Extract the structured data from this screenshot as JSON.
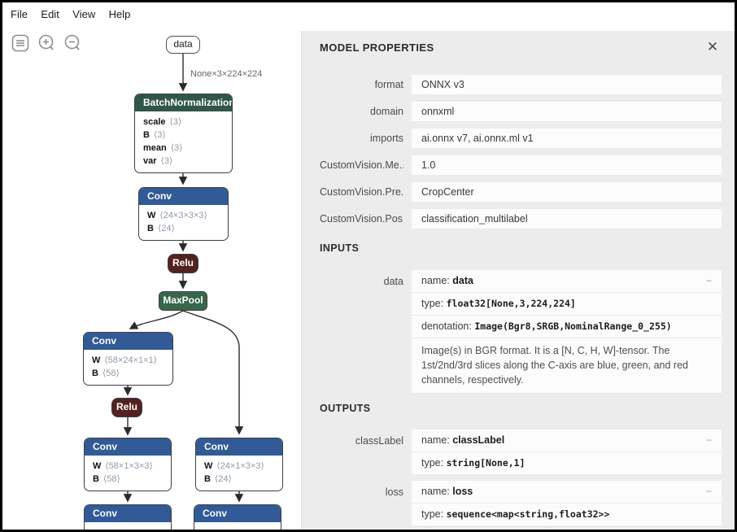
{
  "menu": {
    "items": [
      {
        "label": "File"
      },
      {
        "label": "Edit"
      },
      {
        "label": "View"
      },
      {
        "label": "Help"
      }
    ]
  },
  "toolbar": {
    "icons": [
      {
        "name": "menu-icon"
      },
      {
        "name": "zoom-in-icon"
      },
      {
        "name": "zoom-out-icon"
      }
    ]
  },
  "colors": {
    "conv_header": "#315a96",
    "batchnorm_header": "#2f5649",
    "maxpool_bg": "#38664a",
    "relu_bg": "#532220",
    "panel_bg": "#ececec",
    "edge": "#2b2b2b"
  },
  "graph": {
    "edge_label": "None×3×224×224",
    "nodes": {
      "data": {
        "label": "data"
      },
      "batchnorm": {
        "title": "BatchNormalization",
        "params": [
          {
            "name": "scale",
            "dims": "⟨3⟩"
          },
          {
            "name": "B",
            "dims": "⟨3⟩"
          },
          {
            "name": "mean",
            "dims": "⟨3⟩"
          },
          {
            "name": "var",
            "dims": "⟨3⟩"
          }
        ]
      },
      "conv1": {
        "title": "Conv",
        "params": [
          {
            "name": "W",
            "dims": "⟨24×3×3×3⟩"
          },
          {
            "name": "B",
            "dims": "⟨24⟩"
          }
        ]
      },
      "relu1": {
        "label": "Relu"
      },
      "maxpool": {
        "label": "MaxPool"
      },
      "conv2": {
        "title": "Conv",
        "params": [
          {
            "name": "W",
            "dims": "⟨58×24×1×1⟩"
          },
          {
            "name": "B",
            "dims": "⟨58⟩"
          }
        ]
      },
      "relu2": {
        "label": "Relu"
      },
      "conv3": {
        "title": "Conv",
        "params": [
          {
            "name": "W",
            "dims": "⟨58×1×3×3⟩"
          },
          {
            "name": "B",
            "dims": "⟨58⟩"
          }
        ]
      },
      "conv4": {
        "title": "Conv",
        "params": [
          {
            "name": "W",
            "dims": "⟨24×1×3×3⟩"
          },
          {
            "name": "B",
            "dims": "⟨24⟩"
          }
        ]
      },
      "conv5": {
        "title": "Conv"
      },
      "conv6": {
        "title": "Conv"
      }
    }
  },
  "panel": {
    "title": "MODEL PROPERTIES",
    "close_icon": "✕",
    "collapse_icon": "−",
    "labels": {
      "name": "name:",
      "type": "type:",
      "denotation": "denotation:"
    },
    "properties": [
      {
        "label": "format",
        "value": "ONNX v3"
      },
      {
        "label": "domain",
        "value": "onnxml"
      },
      {
        "label": "imports",
        "value": "ai.onnx v7, ai.onnx.ml v1"
      },
      {
        "label": "CustomVision.Me...",
        "value": "1.0"
      },
      {
        "label": "CustomVision.Pre...",
        "value": "CropCenter"
      },
      {
        "label": "CustomVision.Pos...",
        "value": "classification_multilabel"
      }
    ],
    "inputs": {
      "heading": "INPUTS",
      "items": [
        {
          "label": "data",
          "name": "data",
          "type": "float32[None,3,224,224]",
          "denotation": "Image(Bgr8,SRGB,NominalRange_0_255)",
          "description": "Image(s) in BGR format. It is a [N, C, H, W]-tensor. The 1st/2nd/3rd slices along the C-axis are blue, green, and red channels, respectively."
        }
      ]
    },
    "outputs": {
      "heading": "OUTPUTS",
      "items": [
        {
          "label": "classLabel",
          "name": "classLabel",
          "type": "string[None,1]"
        },
        {
          "label": "loss",
          "name": "loss",
          "type": "sequence<map<string,float32>>"
        }
      ]
    }
  }
}
